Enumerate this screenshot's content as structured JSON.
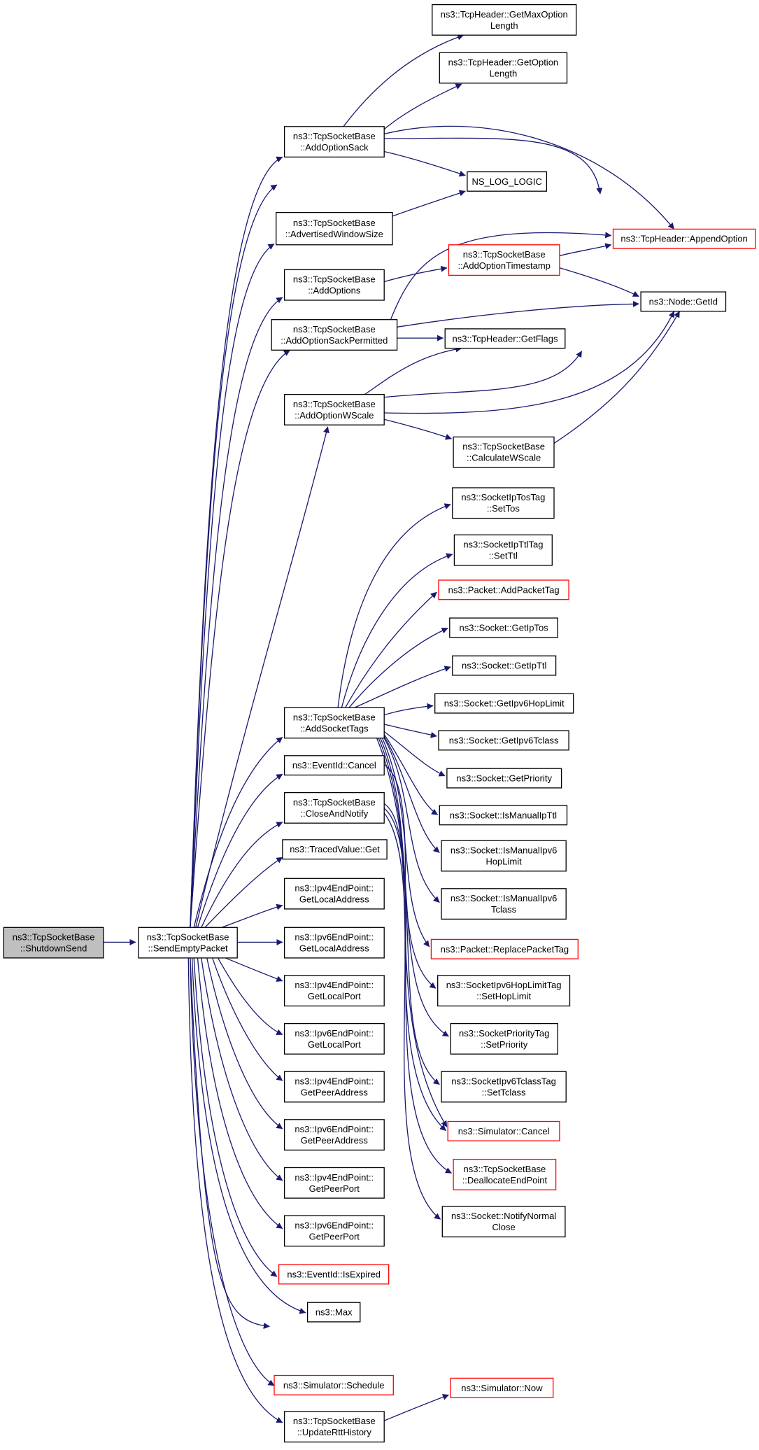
{
  "colors": {
    "edge": "#191970",
    "node_border": "#000000",
    "node_border_truncated": "#ff0000",
    "node_fill": "#ffffff",
    "root_fill": "#bfbfbf"
  },
  "nodes": [
    {
      "id": "shutdown_send",
      "lines": [
        "ns3::TcpSocketBase",
        "::ShutdownSend"
      ],
      "style": "root"
    },
    {
      "id": "send_empty_packet",
      "lines": [
        "ns3::TcpSocketBase",
        "::SendEmptyPacket"
      ],
      "style": "normal"
    },
    {
      "id": "get_max_option_length",
      "lines": [
        "ns3::TcpHeader::GetMaxOption",
        "Length"
      ],
      "style": "normal"
    },
    {
      "id": "get_option_length",
      "lines": [
        "ns3::TcpHeader::GetOption",
        "Length"
      ],
      "style": "normal"
    },
    {
      "id": "add_option_sack",
      "lines": [
        "ns3::TcpSocketBase",
        "::AddOptionSack"
      ],
      "style": "normal"
    },
    {
      "id": "ns_log_logic",
      "lines": [
        "NS_LOG_LOGIC"
      ],
      "style": "normal"
    },
    {
      "id": "advertised_window_size",
      "lines": [
        "ns3::TcpSocketBase",
        "::AdvertisedWindowSize"
      ],
      "style": "normal"
    },
    {
      "id": "append_option",
      "lines": [
        "ns3::TcpHeader::AppendOption"
      ],
      "style": "truncated"
    },
    {
      "id": "add_option_timestamp",
      "lines": [
        "ns3::TcpSocketBase",
        "::AddOptionTimestamp"
      ],
      "style": "truncated"
    },
    {
      "id": "add_options",
      "lines": [
        "ns3::TcpSocketBase",
        "::AddOptions"
      ],
      "style": "normal"
    },
    {
      "id": "node_get_id",
      "lines": [
        "ns3::Node::GetId"
      ],
      "style": "normal"
    },
    {
      "id": "add_option_sack_permitted",
      "lines": [
        "ns3::TcpSocketBase",
        "::AddOptionSackPermitted"
      ],
      "style": "normal"
    },
    {
      "id": "get_flags",
      "lines": [
        "ns3::TcpHeader::GetFlags"
      ],
      "style": "normal"
    },
    {
      "id": "add_option_wscale",
      "lines": [
        "ns3::TcpSocketBase",
        "::AddOptionWScale"
      ],
      "style": "normal"
    },
    {
      "id": "calculate_wscale",
      "lines": [
        "ns3::TcpSocketBase",
        "::CalculateWScale"
      ],
      "style": "normal"
    },
    {
      "id": "ip_tos_tag_set_tos",
      "lines": [
        "ns3::SocketIpTosTag",
        "::SetTos"
      ],
      "style": "normal"
    },
    {
      "id": "ip_ttl_tag_set_ttl",
      "lines": [
        "ns3::SocketIpTtlTag",
        "::SetTtl"
      ],
      "style": "normal"
    },
    {
      "id": "add_packet_tag",
      "lines": [
        "ns3::Packet::AddPacketTag"
      ],
      "style": "truncated"
    },
    {
      "id": "get_ip_tos",
      "lines": [
        "ns3::Socket::GetIpTos"
      ],
      "style": "normal"
    },
    {
      "id": "get_ip_ttl",
      "lines": [
        "ns3::Socket::GetIpTtl"
      ],
      "style": "normal"
    },
    {
      "id": "add_socket_tags",
      "lines": [
        "ns3::TcpSocketBase",
        "::AddSocketTags"
      ],
      "style": "normal"
    },
    {
      "id": "get_ipv6_hop_limit",
      "lines": [
        "ns3::Socket::GetIpv6HopLimit"
      ],
      "style": "normal"
    },
    {
      "id": "get_ipv6_tclass",
      "lines": [
        "ns3::Socket::GetIpv6Tclass"
      ],
      "style": "normal"
    },
    {
      "id": "event_id_cancel",
      "lines": [
        "ns3::EventId::Cancel"
      ],
      "style": "normal"
    },
    {
      "id": "get_priority",
      "lines": [
        "ns3::Socket::GetPriority"
      ],
      "style": "normal"
    },
    {
      "id": "close_and_notify",
      "lines": [
        "ns3::TcpSocketBase",
        "::CloseAndNotify"
      ],
      "style": "normal"
    },
    {
      "id": "is_manual_ip_ttl",
      "lines": [
        "ns3::Socket::IsManualIpTtl"
      ],
      "style": "normal"
    },
    {
      "id": "traced_value_get",
      "lines": [
        "ns3::TracedValue::Get"
      ],
      "style": "normal"
    },
    {
      "id": "is_manual_ipv6_hop_limit",
      "lines": [
        "ns3::Socket::IsManualIpv6",
        "HopLimit"
      ],
      "style": "normal"
    },
    {
      "id": "ipv4_get_local_address",
      "lines": [
        "ns3::Ipv4EndPoint::",
        "GetLocalAddress"
      ],
      "style": "normal"
    },
    {
      "id": "is_manual_ipv6_tclass",
      "lines": [
        "ns3::Socket::IsManualIpv6",
        "Tclass"
      ],
      "style": "normal"
    },
    {
      "id": "ipv6_get_local_address",
      "lines": [
        "ns3::Ipv6EndPoint::",
        "GetLocalAddress"
      ],
      "style": "normal"
    },
    {
      "id": "replace_packet_tag",
      "lines": [
        "ns3::Packet::ReplacePacketTag"
      ],
      "style": "truncated"
    },
    {
      "id": "ipv4_get_local_port",
      "lines": [
        "ns3::Ipv4EndPoint::",
        "GetLocalPort"
      ],
      "style": "normal"
    },
    {
      "id": "hop_limit_tag_set_hop_limit",
      "lines": [
        "ns3::SocketIpv6HopLimitTag",
        "::SetHopLimit"
      ],
      "style": "normal"
    },
    {
      "id": "ipv6_get_local_port",
      "lines": [
        "ns3::Ipv6EndPoint::",
        "GetLocalPort"
      ],
      "style": "normal"
    },
    {
      "id": "priority_tag_set_priority",
      "lines": [
        "ns3::SocketPriorityTag",
        "::SetPriority"
      ],
      "style": "normal"
    },
    {
      "id": "ipv4_get_peer_address",
      "lines": [
        "ns3::Ipv4EndPoint::",
        "GetPeerAddress"
      ],
      "style": "normal"
    },
    {
      "id": "tclass_tag_set_tclass",
      "lines": [
        "ns3::SocketIpv6TclassTag",
        "::SetTclass"
      ],
      "style": "normal"
    },
    {
      "id": "ipv6_get_peer_address",
      "lines": [
        "ns3::Ipv6EndPoint::",
        "GetPeerAddress"
      ],
      "style": "normal"
    },
    {
      "id": "simulator_cancel",
      "lines": [
        "ns3::Simulator::Cancel"
      ],
      "style": "truncated"
    },
    {
      "id": "deallocate_end_point",
      "lines": [
        "ns3::TcpSocketBase",
        "::DeallocateEndPoint"
      ],
      "style": "truncated"
    },
    {
      "id": "ipv4_get_peer_port",
      "lines": [
        "ns3::Ipv4EndPoint::",
        "GetPeerPort"
      ],
      "style": "normal"
    },
    {
      "id": "ipv6_get_peer_port",
      "lines": [
        "ns3::Ipv6EndPoint::",
        "GetPeerPort"
      ],
      "style": "normal"
    },
    {
      "id": "notify_normal_close",
      "lines": [
        "ns3::Socket::NotifyNormal",
        "Close"
      ],
      "style": "normal"
    },
    {
      "id": "event_id_is_expired",
      "lines": [
        "ns3::EventId::IsExpired"
      ],
      "style": "truncated"
    },
    {
      "id": "ns3_max",
      "lines": [
        "ns3::Max"
      ],
      "style": "normal"
    },
    {
      "id": "simulator_schedule",
      "lines": [
        "ns3::Simulator::Schedule"
      ],
      "style": "truncated"
    },
    {
      "id": "simulator_now",
      "lines": [
        "ns3::Simulator::Now"
      ],
      "style": "truncated"
    },
    {
      "id": "update_rtt_history",
      "lines": [
        "ns3::TcpSocketBase",
        "::UpdateRttHistory"
      ],
      "style": "normal"
    }
  ],
  "edges": [
    {
      "from": "shutdown_send",
      "to": "send_empty_packet"
    },
    {
      "from": "send_empty_packet",
      "to": "add_option_sack"
    },
    {
      "from": "send_empty_packet",
      "to": "ns_log_logic"
    },
    {
      "from": "send_empty_packet",
      "to": "advertised_window_size"
    },
    {
      "from": "send_empty_packet",
      "to": "add_options"
    },
    {
      "from": "send_empty_packet",
      "to": "add_option_sack_permitted"
    },
    {
      "from": "send_empty_packet",
      "to": "add_option_wscale"
    },
    {
      "from": "send_empty_packet",
      "to": "add_socket_tags"
    },
    {
      "from": "send_empty_packet",
      "to": "event_id_cancel"
    },
    {
      "from": "send_empty_packet",
      "to": "close_and_notify"
    },
    {
      "from": "send_empty_packet",
      "to": "traced_value_get"
    },
    {
      "from": "send_empty_packet",
      "to": "ipv4_get_local_address"
    },
    {
      "from": "send_empty_packet",
      "to": "ipv6_get_local_address"
    },
    {
      "from": "send_empty_packet",
      "to": "ipv4_get_local_port"
    },
    {
      "from": "send_empty_packet",
      "to": "ipv6_get_local_port"
    },
    {
      "from": "send_empty_packet",
      "to": "ipv4_get_peer_address"
    },
    {
      "from": "send_empty_packet",
      "to": "ipv6_get_peer_address"
    },
    {
      "from": "send_empty_packet",
      "to": "ipv4_get_peer_port"
    },
    {
      "from": "send_empty_packet",
      "to": "ipv6_get_peer_port"
    },
    {
      "from": "send_empty_packet",
      "to": "event_id_is_expired"
    },
    {
      "from": "send_empty_packet",
      "to": "ns3_max"
    },
    {
      "from": "send_empty_packet",
      "to": "simulator_schedule"
    },
    {
      "from": "send_empty_packet",
      "to": "simulator_now"
    },
    {
      "from": "send_empty_packet",
      "to": "update_rtt_history"
    },
    {
      "from": "add_option_sack",
      "to": "get_max_option_length"
    },
    {
      "from": "add_option_sack",
      "to": "get_option_length"
    },
    {
      "from": "add_option_sack",
      "to": "ns_log_logic"
    },
    {
      "from": "add_option_sack",
      "to": "append_option"
    },
    {
      "from": "add_option_sack",
      "to": "node_get_id"
    },
    {
      "from": "advertised_window_size",
      "to": "ns_log_logic"
    },
    {
      "from": "add_options",
      "to": "add_option_timestamp"
    },
    {
      "from": "add_option_timestamp",
      "to": "append_option"
    },
    {
      "from": "add_option_timestamp",
      "to": "node_get_id"
    },
    {
      "from": "add_option_sack_permitted",
      "to": "append_option"
    },
    {
      "from": "add_option_sack_permitted",
      "to": "node_get_id"
    },
    {
      "from": "add_option_sack_permitted",
      "to": "get_flags"
    },
    {
      "from": "add_option_wscale",
      "to": "get_flags"
    },
    {
      "from": "add_option_wscale",
      "to": "append_option"
    },
    {
      "from": "add_option_wscale",
      "to": "node_get_id"
    },
    {
      "from": "add_option_wscale",
      "to": "calculate_wscale"
    },
    {
      "from": "calculate_wscale",
      "to": "node_get_id"
    },
    {
      "from": "add_socket_tags",
      "to": "ip_tos_tag_set_tos"
    },
    {
      "from": "add_socket_tags",
      "to": "ip_ttl_tag_set_ttl"
    },
    {
      "from": "add_socket_tags",
      "to": "add_packet_tag"
    },
    {
      "from": "add_socket_tags",
      "to": "get_ip_tos"
    },
    {
      "from": "add_socket_tags",
      "to": "get_ip_ttl"
    },
    {
      "from": "add_socket_tags",
      "to": "get_ipv6_hop_limit"
    },
    {
      "from": "add_socket_tags",
      "to": "get_ipv6_tclass"
    },
    {
      "from": "add_socket_tags",
      "to": "get_priority"
    },
    {
      "from": "add_socket_tags",
      "to": "is_manual_ip_ttl"
    },
    {
      "from": "add_socket_tags",
      "to": "is_manual_ipv6_hop_limit"
    },
    {
      "from": "add_socket_tags",
      "to": "is_manual_ipv6_tclass"
    },
    {
      "from": "add_socket_tags",
      "to": "replace_packet_tag"
    },
    {
      "from": "add_socket_tags",
      "to": "hop_limit_tag_set_hop_limit"
    },
    {
      "from": "add_socket_tags",
      "to": "priority_tag_set_priority"
    },
    {
      "from": "add_socket_tags",
      "to": "tclass_tag_set_tclass"
    },
    {
      "from": "event_id_cancel",
      "to": "simulator_cancel"
    },
    {
      "from": "close_and_notify",
      "to": "deallocate_end_point"
    },
    {
      "from": "close_and_notify",
      "to": "notify_normal_close"
    },
    {
      "from": "close_and_notify",
      "to": "simulator_cancel"
    },
    {
      "from": "update_rtt_history",
      "to": "simulator_now"
    }
  ]
}
